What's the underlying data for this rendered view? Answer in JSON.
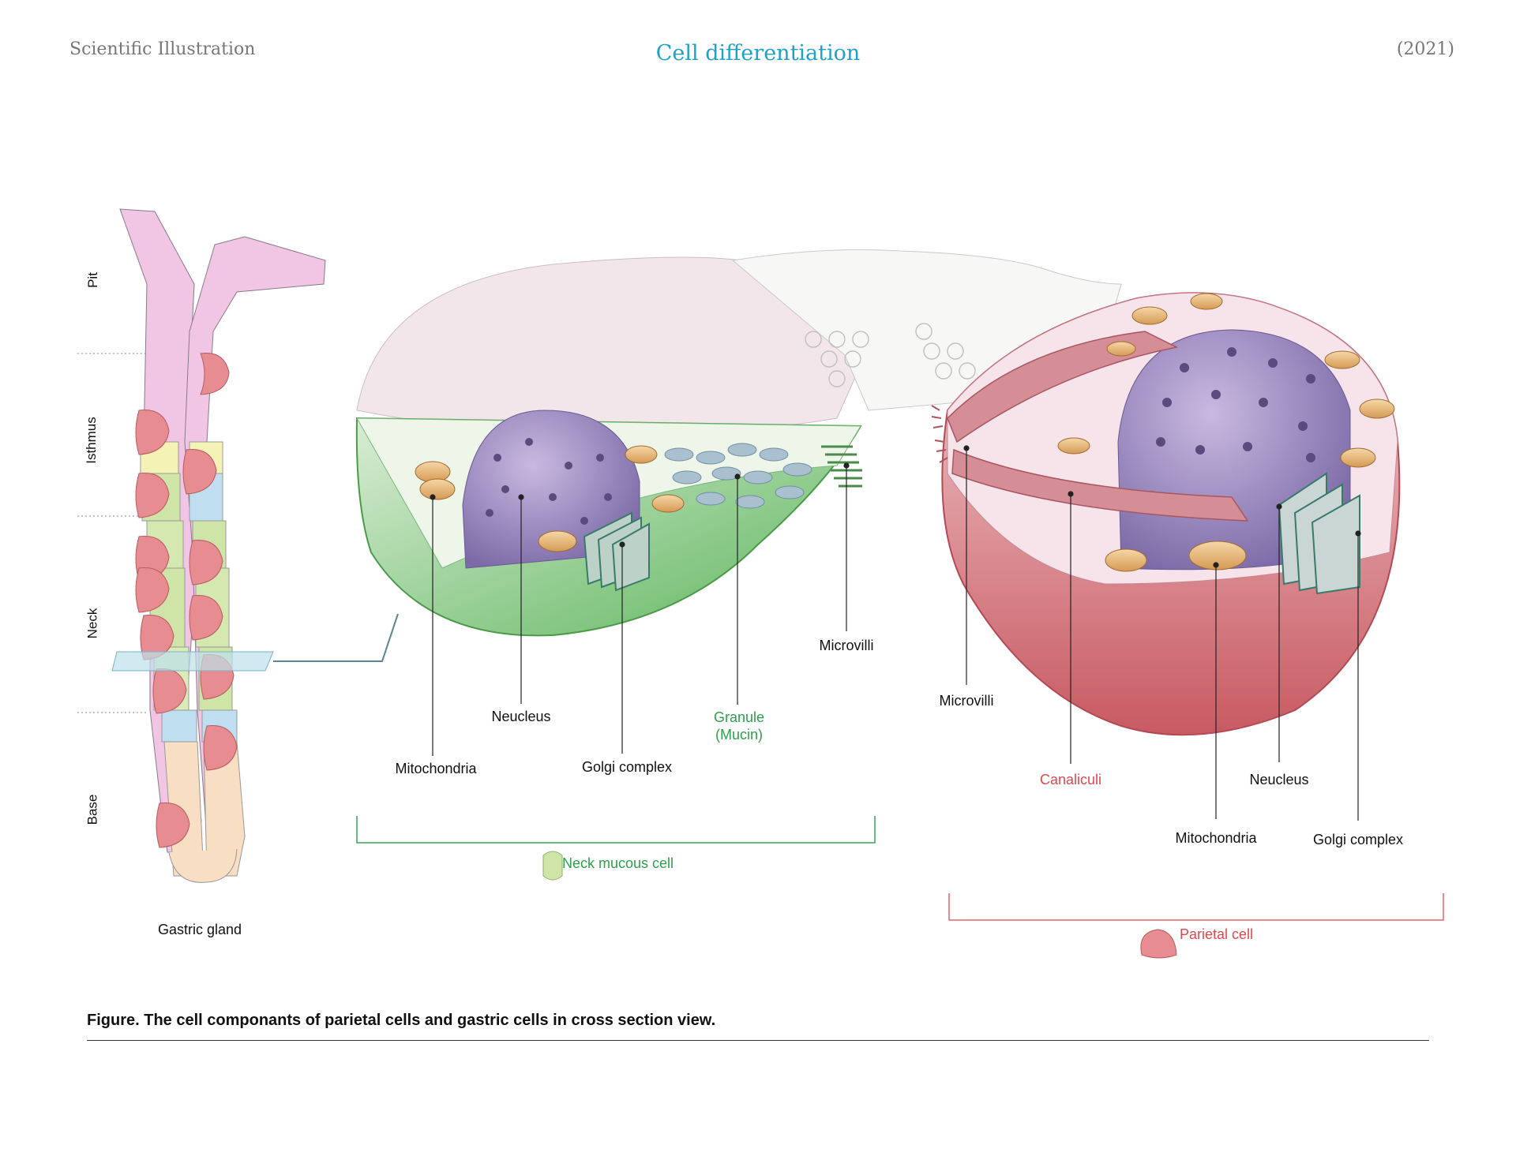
{
  "header": {
    "left": "Scientific Illustration",
    "title": "Cell differentiation",
    "year": "(2021)"
  },
  "gland": {
    "label": "Gastric gland",
    "zones": [
      "Pit",
      "Isthmus",
      "Neck",
      "Base"
    ]
  },
  "neck_cell": {
    "group_label": "Neck mucous cell",
    "labels": {
      "mitochondria": "Mitochondria",
      "nucleus": "Neucleus",
      "golgi": "Golgi complex",
      "granule": "Granule\n(Mucin)",
      "microvilli": "Microvilli"
    }
  },
  "parietal_cell": {
    "group_label": "Parietal cell",
    "labels": {
      "microvilli": "Microvilli",
      "canaliculi": "Canaliculi",
      "mitochondria": "Mitochondria",
      "nucleus": "Neucleus",
      "golgi": "Golgi complex"
    }
  },
  "caption": "Figure. The cell componants of parietal cells and gastric cells in cross section view.",
  "colors": {
    "title": "#1ea2c9",
    "neck_green": "#2ea04a",
    "parietal_red": "#e2474f",
    "pit_pink": "#eab8de",
    "nucleus_purple": "#8c7bb5"
  }
}
